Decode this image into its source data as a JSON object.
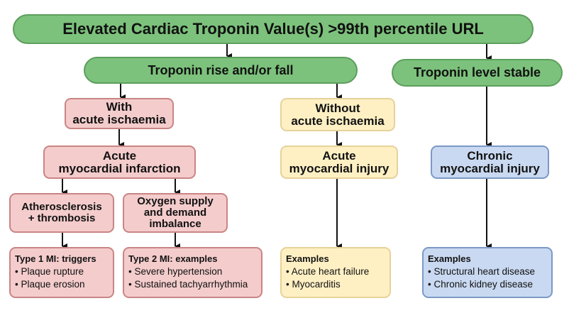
{
  "top": "Elevated Cardiac Troponin Value(s) >99th percentile URL",
  "rise": "Troponin rise and/or fall",
  "stable": "Troponin level stable",
  "with": [
    "With",
    "acute ischaemia"
  ],
  "without": [
    "Without",
    "acute ischaemia"
  ],
  "acute_mi": [
    "Acute",
    "myocardial infarction"
  ],
  "acute_injury": [
    "Acute",
    "myocardial injury"
  ],
  "chronic": [
    "Chronic",
    "myocardial injury"
  ],
  "athero": [
    "Atherosclerosis",
    "+ thrombosis"
  ],
  "oxygen": [
    "Oxygen  supply",
    "and demand",
    "imbalance"
  ],
  "type1": {
    "title": "Type 1 MI: triggers",
    "items": [
      "• Plaque rupture",
      "• Plaque erosion"
    ]
  },
  "type2": {
    "title": "Type 2 MI: examples",
    "items": [
      "• Severe hypertension",
      "• Sustained tachyarrhythmia"
    ]
  },
  "ex_acute": {
    "title": "Examples",
    "items": [
      "• Acute heart failure",
      "• Myocarditis"
    ]
  },
  "ex_chronic": {
    "title": "Examples",
    "items": [
      "• Structural heart disease",
      "• Chronic kidney disease"
    ]
  }
}
